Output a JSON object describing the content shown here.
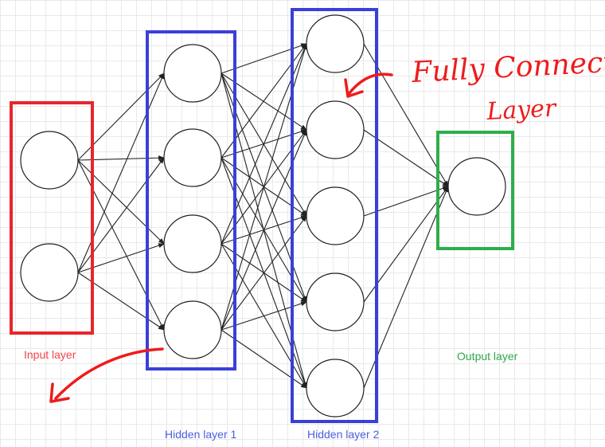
{
  "layers": {
    "input": {
      "label": "Input layer",
      "color": "#f0454a",
      "neurons": 2
    },
    "hidden1": {
      "label": "Hidden layer 1",
      "color": "#3a3fd8",
      "neurons": 4
    },
    "hidden2": {
      "label": "Hidden layer 2",
      "color": "#3a3fd8",
      "neurons": 5
    },
    "output": {
      "label": "Output layer",
      "color": "#2ea84a",
      "neurons": 1
    }
  },
  "annotation": {
    "line1": "Fully Connected",
    "line2": "Layer",
    "color": "#ee1c1c"
  },
  "connections": "fully-connected",
  "colors": {
    "edge": "#222222",
    "neuron_stroke": "#222222",
    "grid": "#e9e9e9"
  }
}
